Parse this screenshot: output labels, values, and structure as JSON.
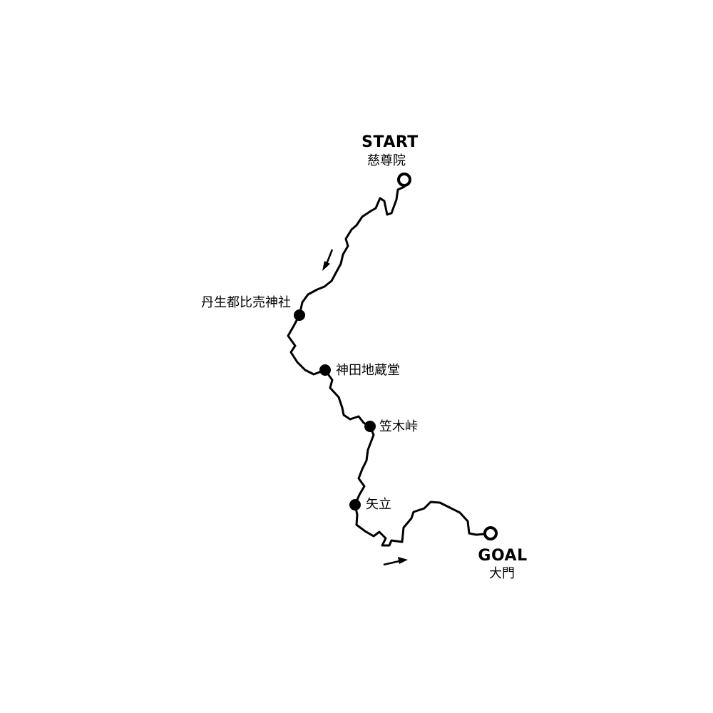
{
  "colors": {
    "route": "#000000",
    "background": "#ffffff",
    "marker_fill": "#000000",
    "endpoint_fill": "#ffffff"
  },
  "start": {
    "label": "START",
    "place": "慈尊院"
  },
  "goal": {
    "label": "GOAL",
    "place": "大門"
  },
  "waypoints": [
    {
      "name": "丹生都比売神社"
    },
    {
      "name": "神田地蔵堂"
    },
    {
      "name": "笠木峠"
    },
    {
      "name": "矢立"
    }
  ],
  "icons": {
    "start_marker": "open-circle-icon",
    "goal_marker": "open-circle-icon",
    "waypoint_marker": "filled-circle-icon",
    "direction": "arrow-icon"
  }
}
